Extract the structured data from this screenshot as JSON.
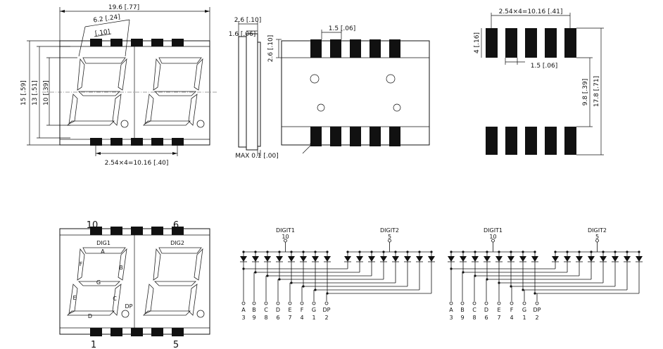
{
  "front": {
    "width": "19.6 [.77]",
    "digit_width": "6.2 [.24]",
    "seg_pitch": "[.10]",
    "height": "15 [.59]",
    "digit_height": "13 [.51]",
    "char_height": "10 [.39]",
    "pin_pitch": "2.54×4=10.16 [.40]"
  },
  "side": {
    "depth": "2.6 [.10]",
    "lead": "1.6 [.06]",
    "pad_w": "1.5 [.06]",
    "pad_h": "2.6 [.10]",
    "tol": "MAX 0.1 [.00]"
  },
  "footprint": {
    "pitch": "2.54×4=10.16 [.41]",
    "pad_w": "1.5 [.06]",
    "pad_h": "4 [.16]",
    "row_gap": "9.8 [.39]",
    "total": "17.8 [.71]"
  },
  "pinout": {
    "pin_tl": "10",
    "pin_tr": "6",
    "pin_bl": "1",
    "pin_br": "5",
    "dig1": "DIG1",
    "dig2": "DIG2",
    "A": "A",
    "B": "B",
    "C": "C",
    "D": "D",
    "E": "E",
    "F": "F",
    "G": "G",
    "DP": "DP"
  },
  "sch1": {
    "digit1": "DIGIT1",
    "digit1_pin": "10",
    "digit2": "DIGIT2",
    "digit2_pin": "5",
    "segs": [
      "A",
      "B",
      "C",
      "D",
      "E",
      "F",
      "G",
      "DP"
    ],
    "pins": [
      "3",
      "9",
      "8",
      "6",
      "7",
      "4",
      "1",
      "2"
    ]
  },
  "sch2": {
    "digit1": "DIGIT1",
    "digit1_pin": "10",
    "digit2": "DIGIT2",
    "digit2_pin": "5",
    "segs": [
      "A",
      "B",
      "C",
      "D",
      "E",
      "F",
      "G",
      "DP"
    ],
    "pins": [
      "3",
      "9",
      "8",
      "6",
      "7",
      "4",
      "1",
      "2"
    ]
  }
}
